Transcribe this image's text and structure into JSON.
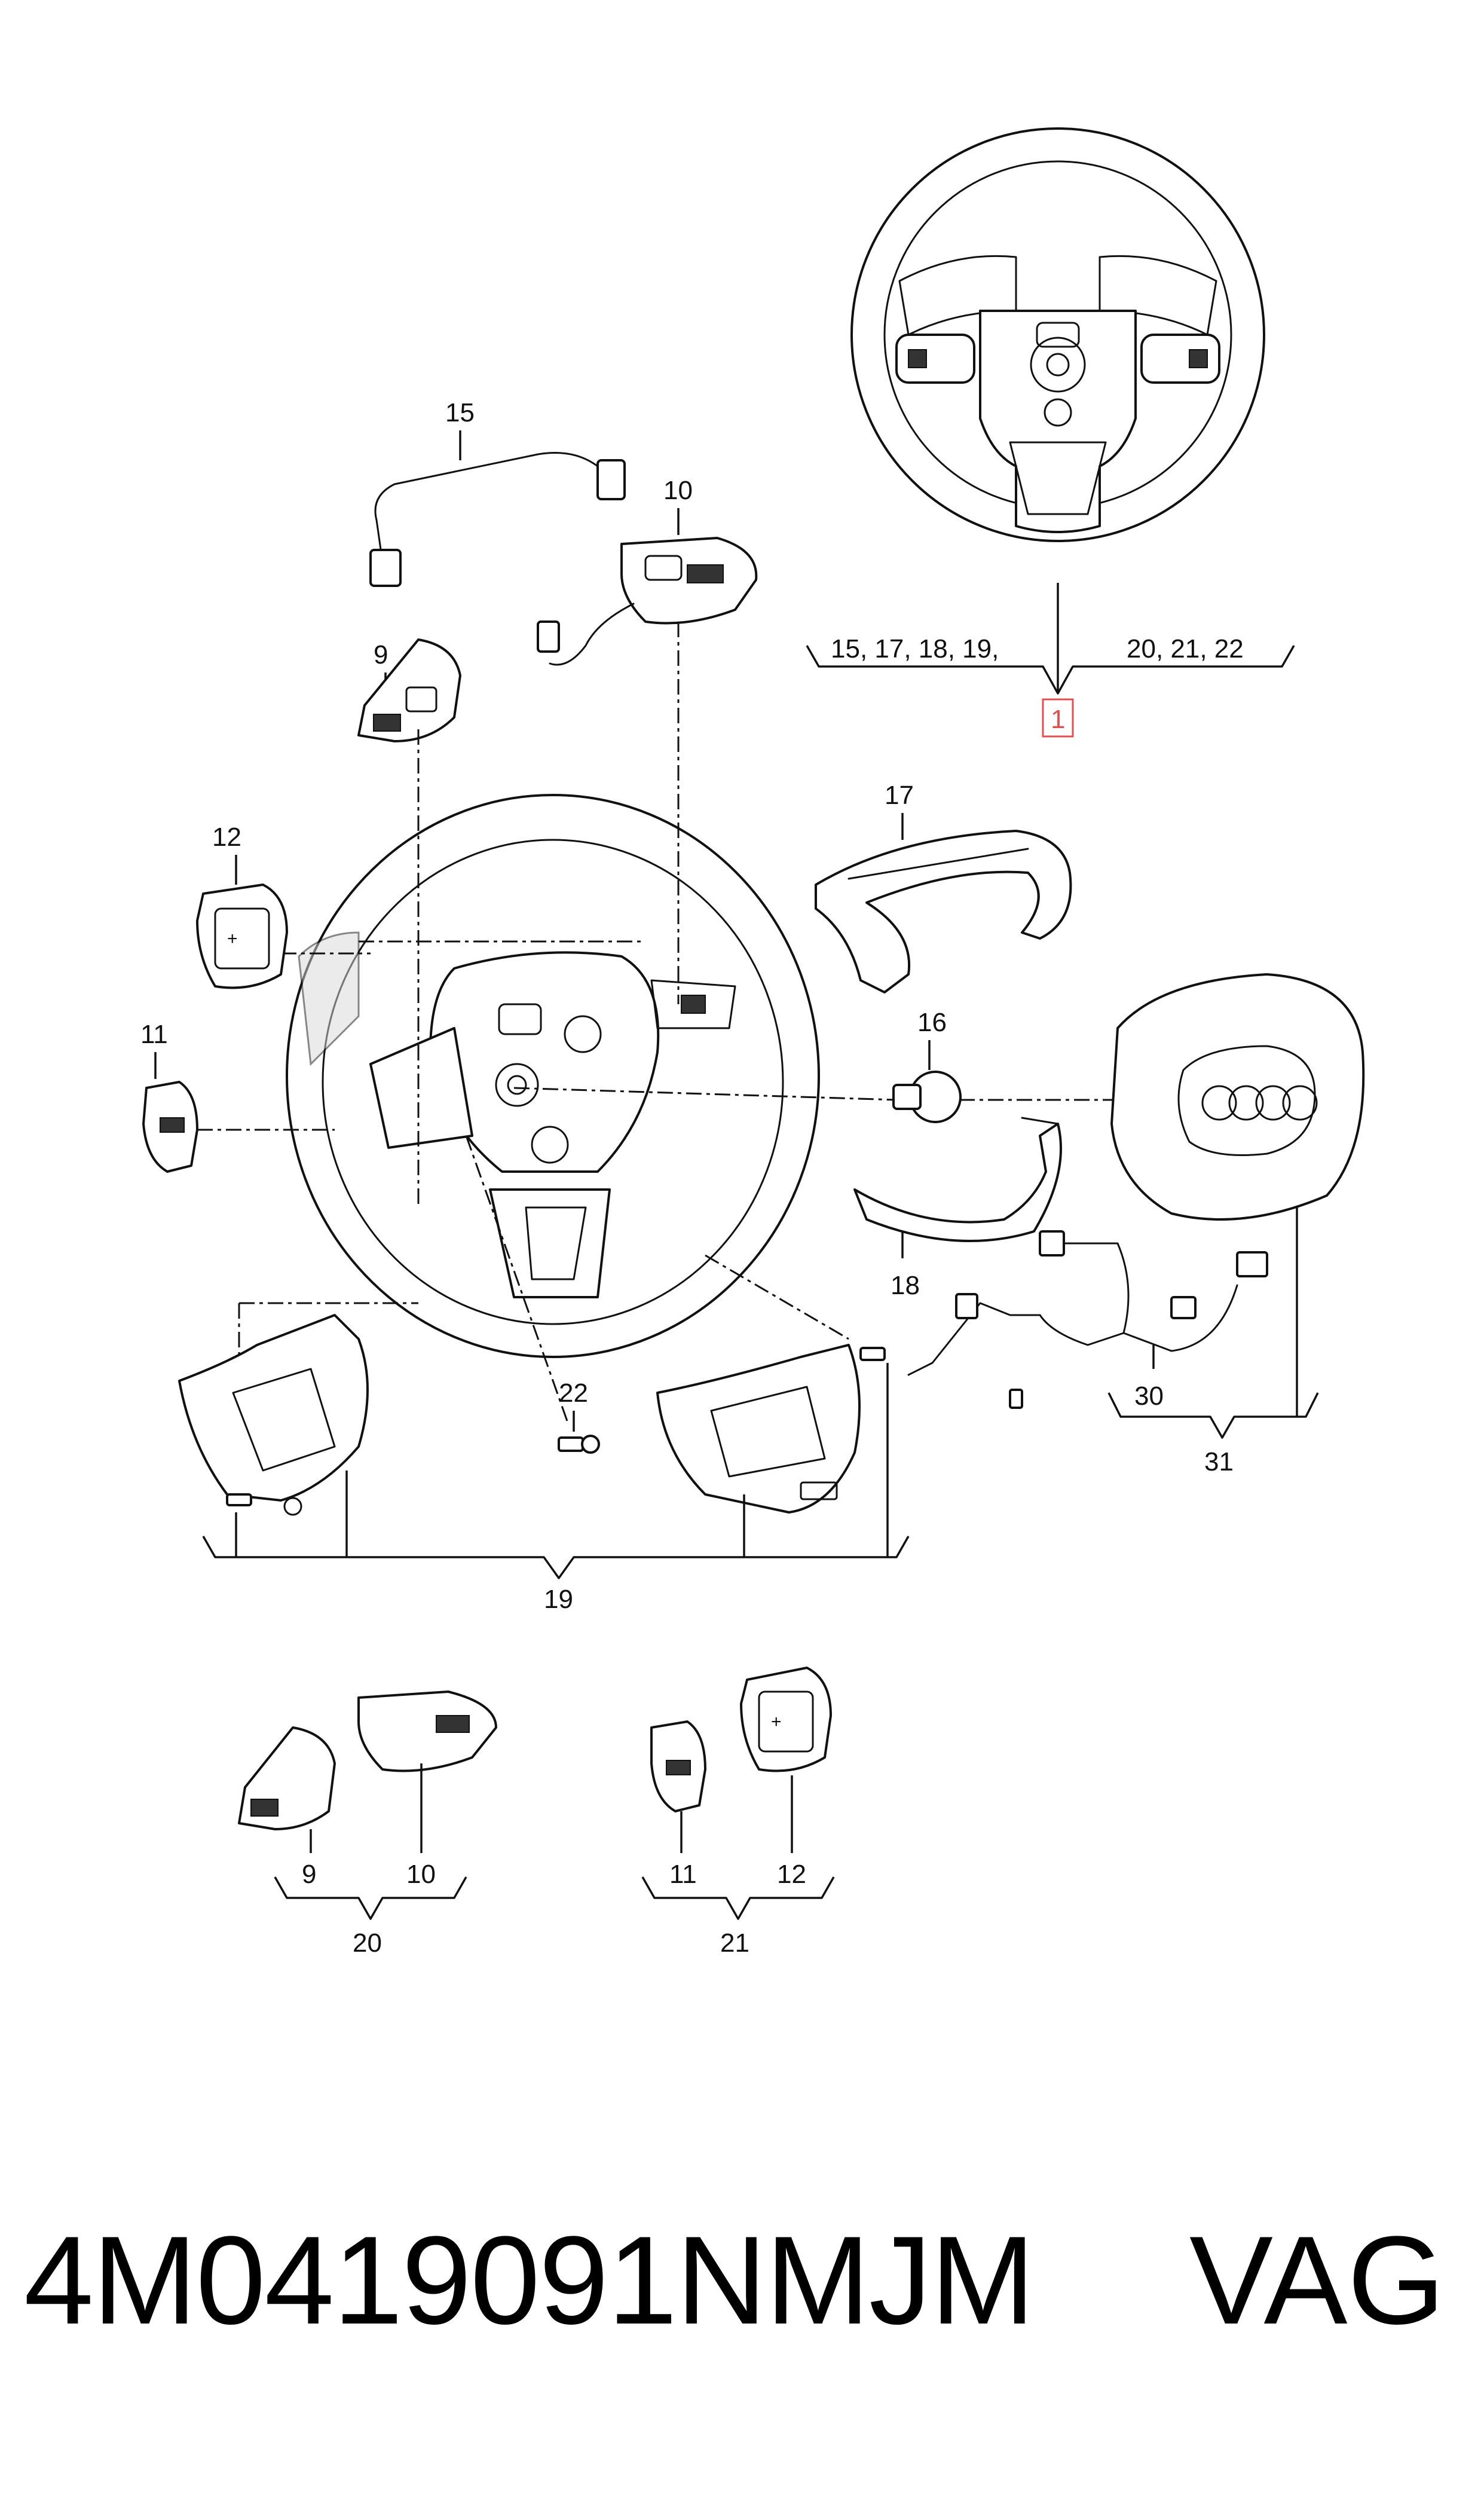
{
  "labels": {
    "l1": "1",
    "l9": "9",
    "l10": "10",
    "l11": "11",
    "l12": "12",
    "l15": "15",
    "l16": "16",
    "l17": "17",
    "l18": "18",
    "l19": "19",
    "l20": "20",
    "l21": "21",
    "l22": "22",
    "l30": "30",
    "l31": "31",
    "sub9": "9",
    "sub10": "10",
    "sub11": "11",
    "sub12": "12",
    "group1_left": "15, 17, 18, 19,",
    "group1_right": "20, 21, 22"
  },
  "footer": {
    "part_number": "4M0419091NMJM",
    "brand": "VAG"
  },
  "colors": {
    "line": "#111111",
    "highlight_box": "#e05050",
    "background": "#ffffff"
  }
}
